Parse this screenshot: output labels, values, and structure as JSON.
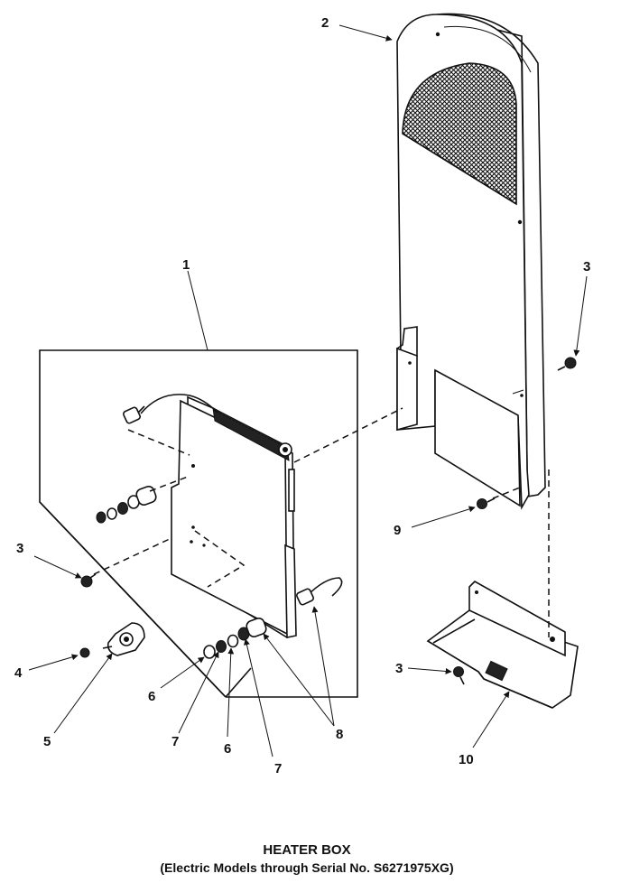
{
  "caption": {
    "title": "HEATER BOX",
    "subtitle": "(Electric Models through Serial No. S6271975XG)"
  },
  "callouts": {
    "c1": "1",
    "c2": "2",
    "c3a": "3",
    "c3b": "3",
    "c3c": "3",
    "c4": "4",
    "c5": "5",
    "c6a": "6",
    "c6b": "6",
    "c7a": "7",
    "c7b": "7",
    "c8": "8",
    "c9": "9",
    "c10": "10"
  }
}
